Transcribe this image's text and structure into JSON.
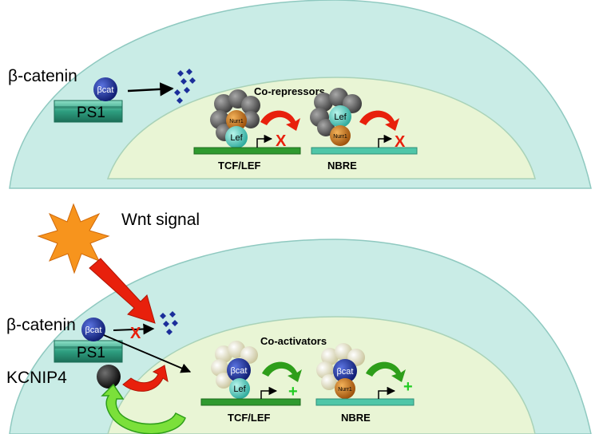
{
  "top_panel": {
    "beta_catenin": "β-catenin",
    "ps1": "PS1",
    "bcat": "βcat",
    "co_repressors": "Co-repressors",
    "nurr1": "Nurr1",
    "lef": "Lef",
    "x_mark": "X",
    "tcf_lef": "TCF/LEF",
    "nbre": "NBRE"
  },
  "bottom_panel": {
    "wnt_signal": "Wnt signal",
    "beta_catenin": "β-catenin",
    "ps1": "PS1",
    "bcat": "βcat",
    "kcnip4": "KCNIP4",
    "x_mark": "X",
    "co_activators": "Co-activators",
    "lef": "Lef",
    "nurr1": "Nurr1",
    "plus": "+",
    "tcf_lef": "TCF/LEF",
    "nbre": "NBRE"
  },
  "colors": {
    "cytoplasm": "#c9ece6",
    "nucleus": "#e9f5d5",
    "ps1_bar": "#2e9e80",
    "tcf_lef_bar": "#2f9a2f",
    "nbre_bar": "#4fc6a8",
    "bcat_ball": "#1b2e9a",
    "nurr1_ball": "#d9801a",
    "lef_ball": "#5ed7c7",
    "corepressor": "#6f6f6f",
    "coactivator": "#ece8c2",
    "red_arrow": "#e8200c",
    "green_arrow": "#2e9e1a",
    "wnt_star": "#f7941d"
  }
}
